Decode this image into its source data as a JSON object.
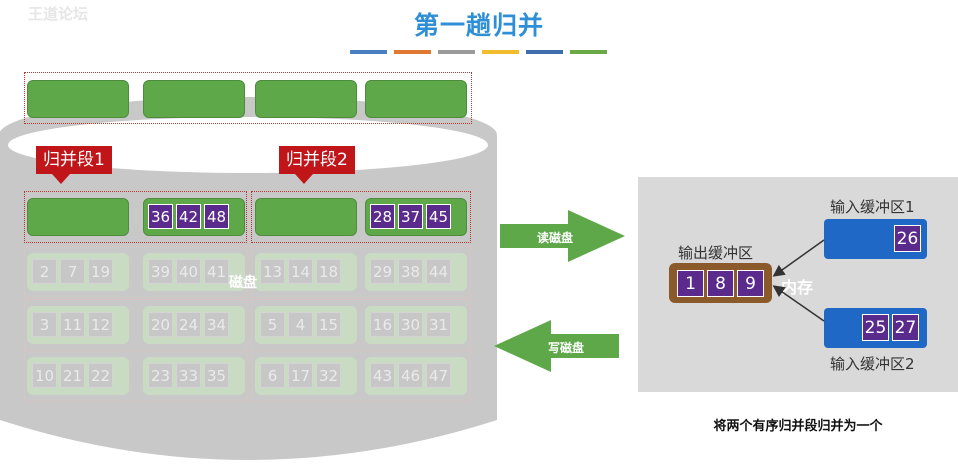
{
  "watermark": "王道论坛",
  "title": "第一趟归并",
  "accent_colors": [
    "#4a7fc1",
    "#e07a33",
    "#9a9a9a",
    "#efbd2d",
    "#3d6dad",
    "#6aaa46"
  ],
  "segment_labels": [
    "归并段1",
    "归并段2"
  ],
  "disk_label": "磁盘",
  "seg1_values": [
    "36",
    "42",
    "48"
  ],
  "seg2_values": [
    "28",
    "37",
    "45"
  ],
  "faded_rows": [
    [
      [
        "2",
        "7",
        "19"
      ],
      [
        "39",
        "40",
        "41"
      ],
      [
        "13",
        "14",
        "18"
      ],
      [
        "29",
        "38",
        "44"
      ]
    ],
    [
      [
        "3",
        "11",
        "12"
      ],
      [
        "20",
        "24",
        "34"
      ],
      [
        "5",
        "4",
        "15"
      ],
      [
        "16",
        "30",
        "31"
      ]
    ],
    [
      [
        "10",
        "21",
        "22"
      ],
      [
        "23",
        "33",
        "35"
      ],
      [
        "6",
        "17",
        "32"
      ],
      [
        "43",
        "46",
        "47"
      ]
    ]
  ],
  "read_label": "读磁盘",
  "write_label": "写磁盘",
  "memory": {
    "output_label": "输出缓冲区",
    "output_values": [
      "1",
      "8",
      "9"
    ],
    "memory_label": "内存",
    "input1_label": "输入缓冲区1",
    "input1_values": [
      "26"
    ],
    "input2_label": "输入缓冲区2",
    "input2_values": [
      "25",
      "27"
    ]
  },
  "caption": "将两个有序归并段归并为一个"
}
